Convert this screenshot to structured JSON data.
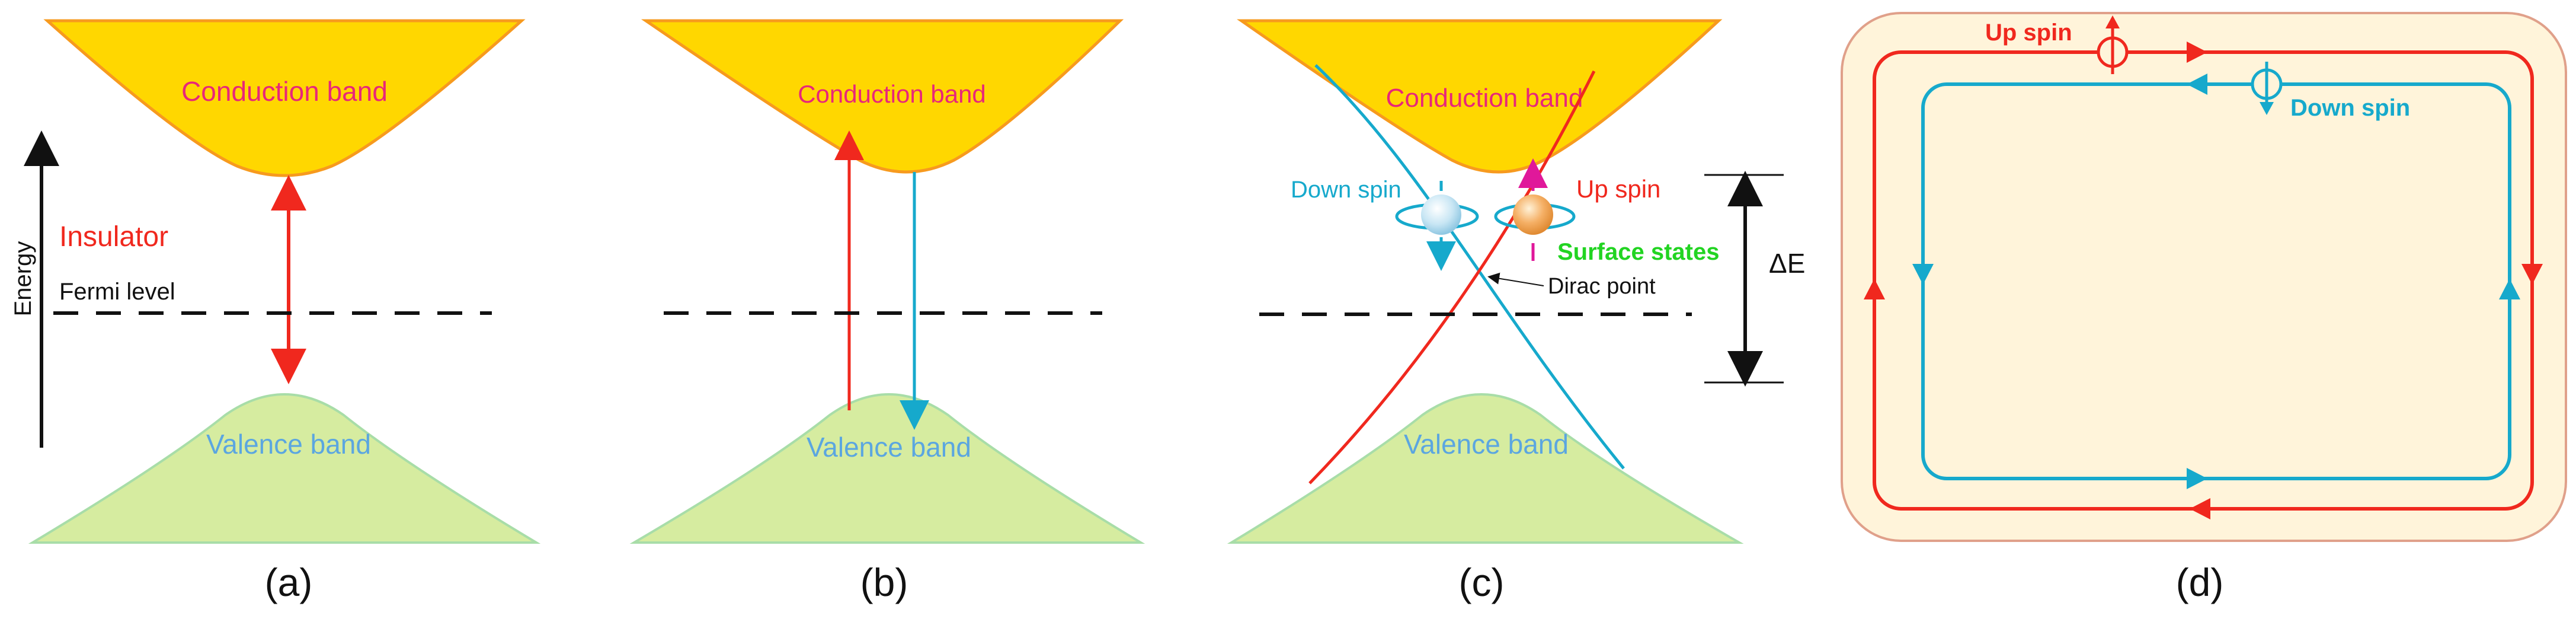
{
  "colors": {
    "conduction_fill": "#FFD700",
    "conduction_stroke": "#F79A1E",
    "conduction_text": "#E8267A",
    "valence_fill": "#D6ECA0",
    "valence_stroke": "#A8DDA8",
    "valence_text": "#5BA6E0",
    "up_spin": "#F0281E",
    "down_spin": "#16A9CC",
    "surface_text": "#22D422",
    "edge_fill": "#FFF4DA",
    "edge_stroke": "#E0A08A",
    "black": "#111111"
  },
  "panel_a": {
    "conduction_label": "Conduction band",
    "valence_label": "Valence band",
    "axis_label": "Energy",
    "insulator_label": "Insulator",
    "fermi_label": "Fermi level",
    "caption": "(a)"
  },
  "panel_b": {
    "conduction_label": "Conduction band",
    "valence_label": "Valence band",
    "caption": "(b)"
  },
  "panel_c": {
    "conduction_label": "Conduction band",
    "valence_label": "Valence band",
    "down_spin_label": "Down spin",
    "up_spin_label": "Up spin",
    "surface_states_label": "Surface states",
    "dirac_point_label": "Dirac point",
    "gap_label": "ΔE",
    "caption": "(c)"
  },
  "panel_d": {
    "up_spin_label": "Up spin",
    "down_spin_label": "Down spin",
    "caption": "(d)"
  }
}
